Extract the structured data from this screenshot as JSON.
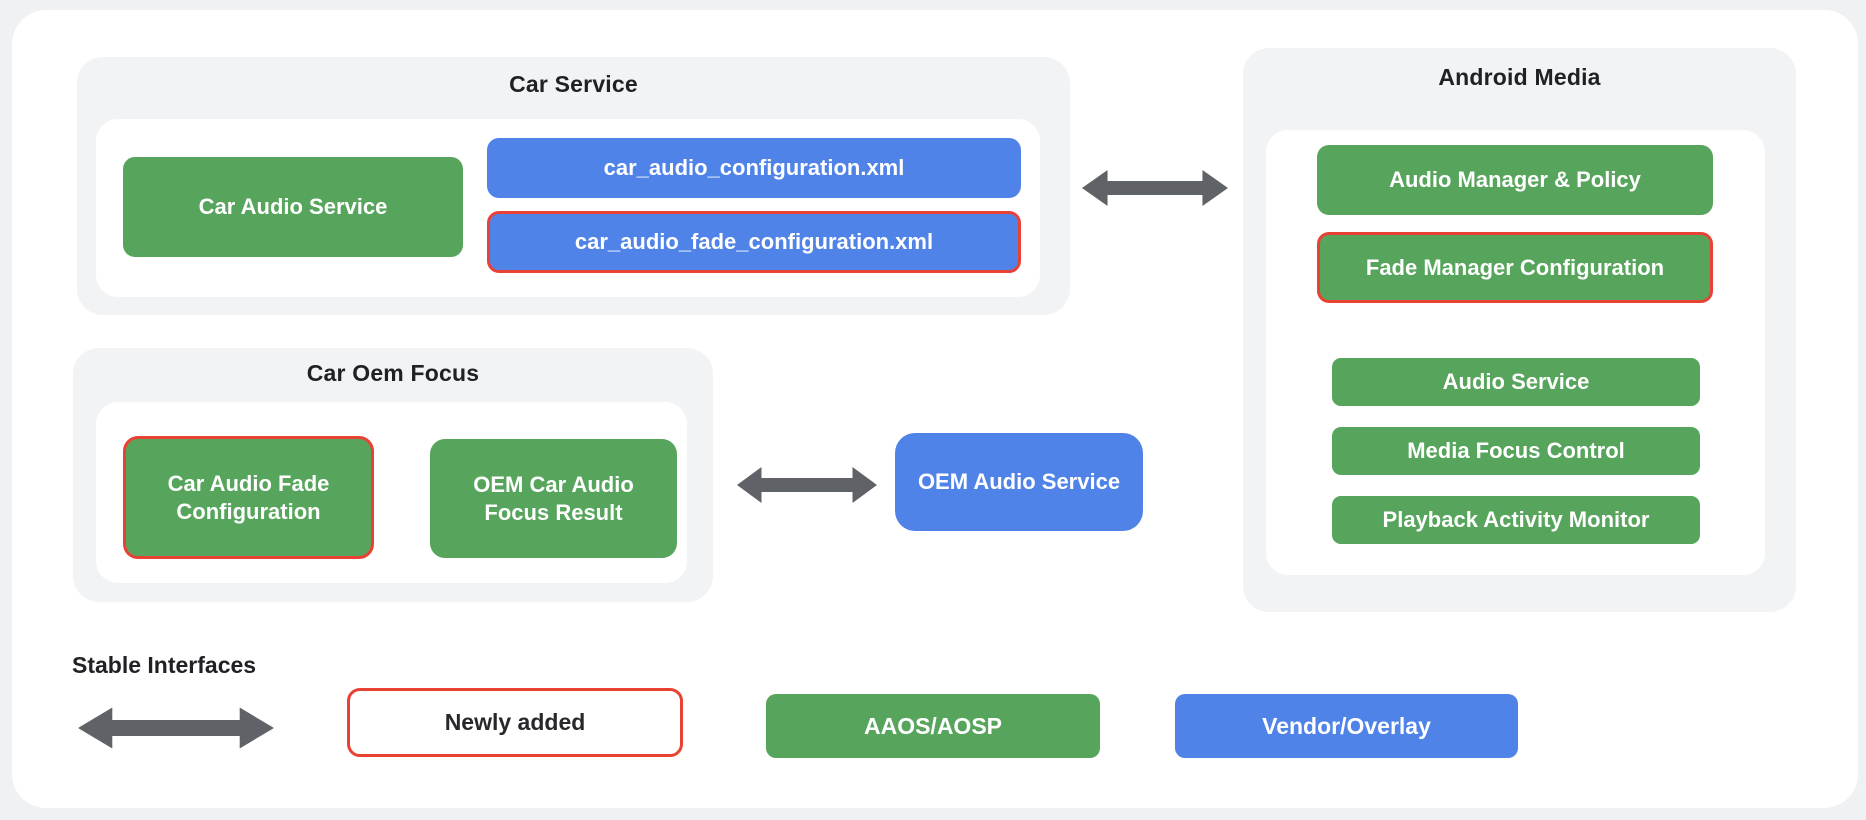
{
  "colors": {
    "background": "#eff1f3",
    "card": "#ffffff",
    "panel": "#f1f3f4",
    "green": "#57a55c",
    "blue": "#5083e8",
    "highlight_red": "#e94235",
    "arrow_gray": "#5f6368",
    "title_text": "#202124"
  },
  "panels": {
    "car_service": {
      "title": "Car Service",
      "boxes": [
        {
          "label": "Car Audio Service",
          "type": "green",
          "highlight": false
        },
        {
          "label": "car_audio_configuration.xml",
          "type": "blue",
          "highlight": false
        },
        {
          "label": "car_audio_fade_configuration.xml",
          "type": "blue",
          "highlight": true
        }
      ]
    },
    "android_media": {
      "title": "Android Media",
      "boxes": [
        {
          "label": "Audio Manager & Policy",
          "type": "green",
          "highlight": false
        },
        {
          "label": "Fade Manager Configuration",
          "type": "green",
          "highlight": true
        },
        {
          "label": "Audio Service",
          "type": "green",
          "highlight": false
        },
        {
          "label": "Media Focus Control",
          "type": "green",
          "highlight": false
        },
        {
          "label": "Playback Activity Monitor",
          "type": "green",
          "highlight": false
        }
      ]
    },
    "car_oem_focus": {
      "title": "Car Oem Focus",
      "boxes": [
        {
          "label": "Car Audio Fade Configuration",
          "type": "green",
          "highlight": true
        },
        {
          "label": "OEM Car Audio Focus Result",
          "type": "green",
          "highlight": false
        }
      ]
    }
  },
  "standalone": {
    "oem_audio_service": {
      "label": "OEM Audio Service",
      "type": "blue",
      "highlight": false
    }
  },
  "connections": [
    {
      "from": "Car Service",
      "to": "Android Media",
      "style": "double-arrow"
    },
    {
      "from": "Car Oem Focus",
      "to": "OEM Audio Service",
      "style": "double-arrow"
    }
  ],
  "legend": {
    "stable_interfaces_label": "Stable Interfaces",
    "items": [
      {
        "label": "Newly added",
        "style": "red-outline"
      },
      {
        "label": "AAOS/AOSP",
        "style": "green"
      },
      {
        "label": "Vendor/Overlay",
        "style": "blue"
      }
    ]
  }
}
